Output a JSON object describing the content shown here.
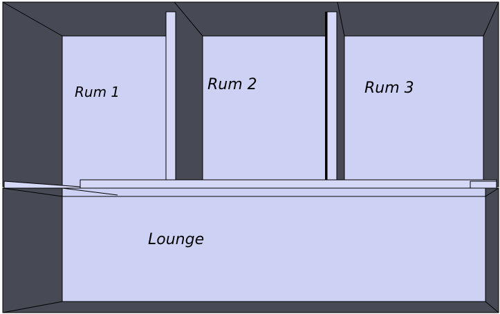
{
  "floorplan": {
    "rooms": [
      {
        "id": "rum-1",
        "label": "Rum 1"
      },
      {
        "id": "rum-2",
        "label": "Rum 2"
      },
      {
        "id": "rum-3",
        "label": "Rum 3"
      },
      {
        "id": "lounge",
        "label": "Lounge"
      }
    ]
  },
  "colors": {
    "floor": "#cdd2f4",
    "wall_dark": "#474a55",
    "wall_top": "#d5d9f7",
    "outline": "#000000",
    "background": "#ffffff"
  }
}
